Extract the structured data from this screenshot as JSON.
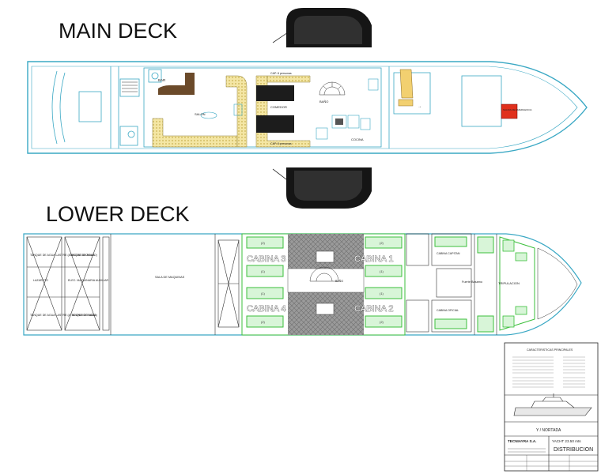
{
  "titles": {
    "main_deck": "MAIN DECK",
    "lower_deck": "LOWER DECK"
  },
  "main_labels": {
    "bar": "BAR",
    "salon": "SALON",
    "comedor": "COMEDOR",
    "bano": "BAÑO",
    "cocina": "COCINA",
    "salida": "SALIDA DE EMERGENCIA",
    "cap_top": "CAP. 8 personas",
    "cap_bottom": "CAP. 8 personas"
  },
  "lower_labels": {
    "tanque_tl": "TANQUE DE AGUA LASTRE (A. ACONDICIONADO)",
    "tanque_tr": "TANQUE DE AGUA",
    "lazareto": "LAZARETO",
    "elec": "ELEC. MAQUINARIA AUXILIAR",
    "tanque_bl": "TANQUE DE AGUA LASTRE (A. ACONDICIONADO)",
    "tanque_br": "TANQUE DE AGUA",
    "sala": "SALA DE MAQUINAS",
    "cabina1": "CABINA 1",
    "cabina2": "CABINA 2",
    "cabina3": "CABINA 3",
    "cabina4": "CABINA 4",
    "cabina_capitan": "CABINA CAPITAN",
    "cabina_oficial": "CABINA OFICIAL",
    "tripulacion": "TRIPULACION",
    "fuerte": "Fuerte Basamo",
    "bano": "BAÑO"
  },
  "title_block": {
    "header": "CARACTERISTICAS PRINCIPALES",
    "yacht_name": "Y / NORTADA",
    "company": "TECNIAYRA S.A.",
    "yacht_length": "YACHT 23.50 mts",
    "drawing_title": "DISTRIBUCION"
  },
  "colors": {
    "hull_line": "#3aa8c4",
    "settee": "#f2e4a0",
    "table_dark": "#1c1c1c",
    "wood": "#6b4a2a",
    "tender": "#161616",
    "emergency": "#e0301c",
    "bed_green": "#3bbf3b",
    "floor_grey": "#8a8a8a"
  }
}
